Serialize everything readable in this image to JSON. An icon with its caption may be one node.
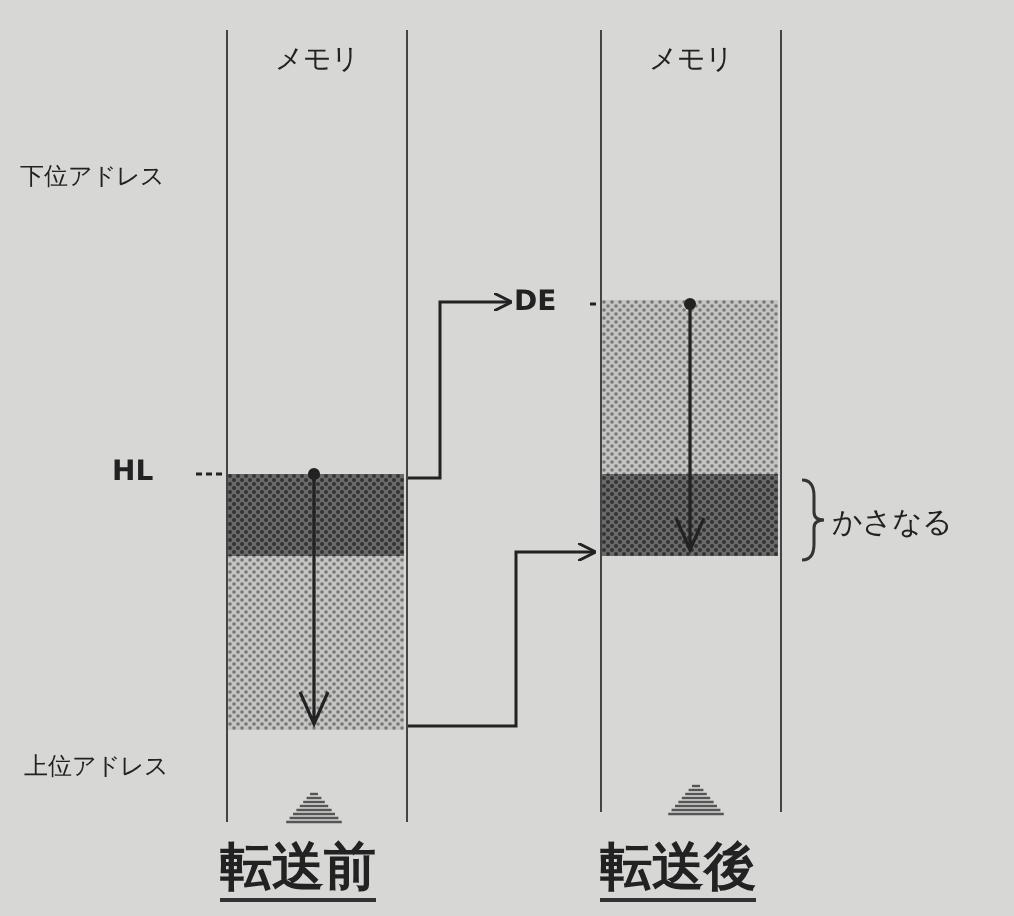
{
  "diagram": {
    "nodes": [
      {
        "text": [
          "メモリ"
        ]
      },
      {
        "text": [],
        "shape": "box",
        "in": 0
      },
      {
        "text": [
          "メモリ"
        ]
      },
      {
        "text": [],
        "shape": "box",
        "in": 2
      },
      {
        "text": [
          "HL"
        ]
      },
      {
        "text": [
          "DE"
        ]
      }
    ],
    "edges": [
      {
        "from": 1,
        "to": 5,
        "arrow": "to"
      },
      {
        "from": 1,
        "to": 3,
        "arrow": "to"
      },
      {
        "from": 4,
        "to": 1,
        "arrow": "none",
        "style": "dashed"
      },
      {
        "from": 5,
        "to": 3,
        "arrow": "none",
        "style": "dashed"
      }
    ],
    "labels": [
      "下位アドレス",
      "上位アドレス",
      "かさなる",
      "転送前",
      "転送後"
    ]
  }
}
